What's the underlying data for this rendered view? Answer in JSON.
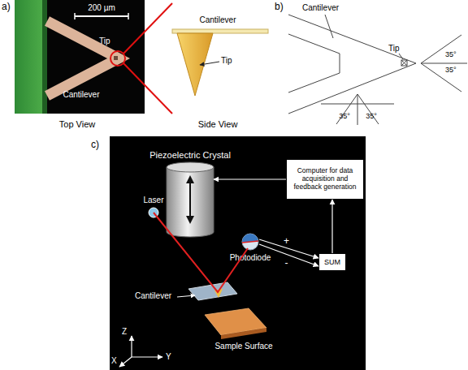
{
  "diagram": {
    "nodes": [
      {
        "text": [
          "Piezoelectric Crystal"
        ]
      },
      {
        "text": [
          "Computer for data acquisition and feedback generation"
        ]
      },
      {
        "text": [
          "Laser"
        ]
      },
      {
        "text": [
          "Photodiode"
        ]
      },
      {
        "text": [
          "SUM"
        ]
      }
    ],
    "edges": [
      {
        "from": 1,
        "to": 0,
        "arrow": "to"
      },
      {
        "from": 3,
        "to": 4,
        "label": "+",
        "arrow": "to"
      },
      {
        "from": 3,
        "to": 4,
        "label": "-",
        "arrow": "to"
      },
      {
        "from": 4,
        "to": 1,
        "arrow": "to"
      }
    ],
    "labels": [
      "a)",
      "200 µm",
      "Tip",
      "Cantilever",
      "Top View",
      "Cantilever",
      "Tip",
      "Side View",
      "b)",
      "Cantilever",
      "Tip",
      "35°",
      "35°",
      "35°",
      "35°",
      "c)",
      "Cantilever",
      "Sample Surface",
      "Z",
      "X",
      "Y"
    ]
  }
}
